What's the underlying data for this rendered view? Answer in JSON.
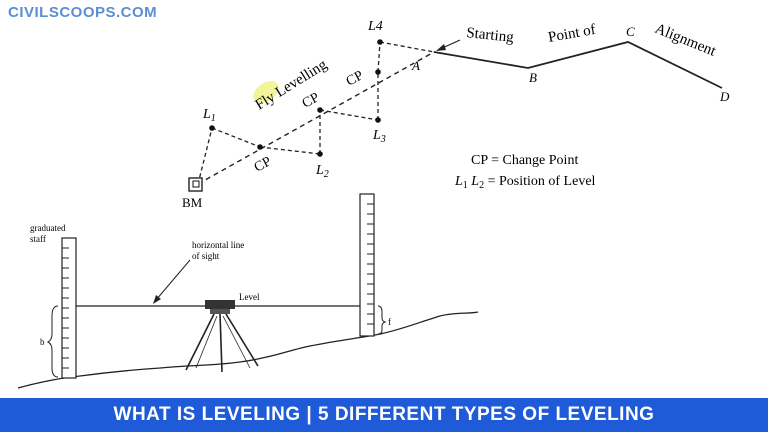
{
  "site_name": "CIVILSCOOPS.COM",
  "banner_title": "WHAT IS LEVELING | 5 DIFFERENT TYPES OF LEVELING",
  "fly_diagram": {
    "fly_levelling_label": "Fly Levelling",
    "starting": "Starting",
    "point_of": "Point of",
    "alignment": "Alignment",
    "points": {
      "A": "A",
      "B": "B",
      "C": "C",
      "D": "D",
      "BM": "BM",
      "L1": "L",
      "L1_sub": "1",
      "L2": "L",
      "L2_sub": "2",
      "L3": "L",
      "L3_sub": "3",
      "L4": "L4"
    },
    "cp_labels": [
      "CP",
      "CP",
      "CP"
    ],
    "legend_line1": "CP = Change Point",
    "legend_line2_a": "L",
    "legend_line2_sub1": "1",
    "legend_line2_b": " L",
    "legend_line2_sub2": "2",
    "legend_line2_c": " = Position of Level"
  },
  "level_diagram": {
    "graduated_staff_1": "graduated",
    "graduated_staff_2": "staff",
    "horizontal_line_1": "horizontal line",
    "horizontal_line_2": "of sight",
    "level_label": "Level",
    "b_label": "b",
    "f_label": "f"
  },
  "colors": {
    "banner": "#1f5ad8",
    "site_name": "#5a8fd6",
    "highlight": "#f3f39a"
  }
}
